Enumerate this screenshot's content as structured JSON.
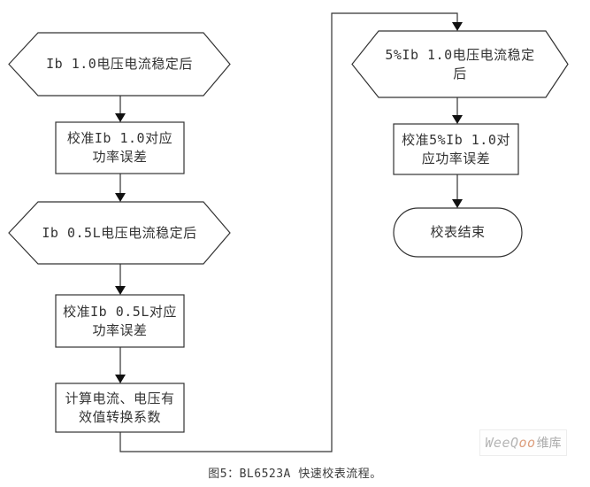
{
  "flowchart": {
    "title_caption": "图5：BL6523A 快速校表流程。",
    "line_color": "#333333",
    "text_color": "#333333",
    "shape_fill": "#ffffff",
    "nodes": [
      {
        "id": "hex-ib10-stable",
        "type": "hexagon",
        "lines": [
          "Ib 1.0电压电流稳定后",
          ""
        ]
      },
      {
        "id": "proc-cal-ib10",
        "type": "process",
        "lines": [
          "校准Ib 1.0对应",
          "功率误差"
        ]
      },
      {
        "id": "hex-ib05l-stable",
        "type": "hexagon",
        "lines": [
          "Ib 0.5L电压电流稳定后",
          ""
        ]
      },
      {
        "id": "proc-cal-ib05l",
        "type": "process",
        "lines": [
          "校准Ib 0.5L对应",
          "功率误差"
        ]
      },
      {
        "id": "proc-calc-rms",
        "type": "process",
        "lines": [
          "计算电流、电压有",
          "效值转换系数"
        ]
      },
      {
        "id": "hex-5pct-stable",
        "type": "hexagon",
        "lines": [
          "5%Ib 1.0电压电流稳定",
          "后"
        ]
      },
      {
        "id": "proc-cal-5pct",
        "type": "process",
        "lines": [
          "校准5%Ib 1.0对",
          "应功率误差"
        ]
      },
      {
        "id": "term-end",
        "type": "terminator",
        "lines": [
          "校表结束",
          ""
        ]
      }
    ]
  },
  "watermark": {
    "latin_gray": "WeeQ",
    "latin_orange": "oo",
    "cjk": "维库",
    "gray_color": "#b5b5b5",
    "orange_color": "#dd9f7e"
  }
}
